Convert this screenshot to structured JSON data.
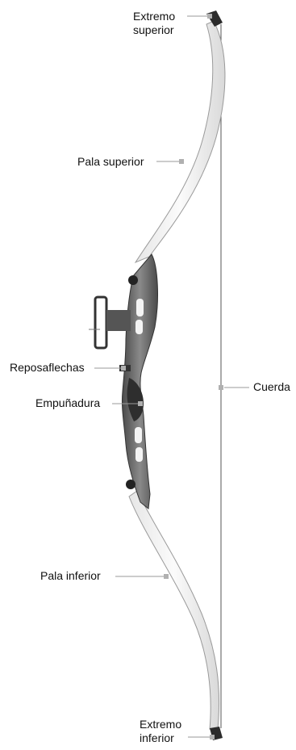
{
  "labels": {
    "tip_top_line1": "Extremo",
    "tip_top_line2": "superior",
    "upper_limb": "Pala superior",
    "arrow_rest": "Reposaflechas",
    "grip": "Empuñadura",
    "string": "Cuerda",
    "lower_limb": "Pala inferior",
    "tip_bottom_line1": "Extremo",
    "tip_bottom_line2": "inferior"
  },
  "colors": {
    "limb_fill": "#f2f2f2",
    "limb_edge": "#9a9a9a",
    "riser": "#6e6e6e",
    "riser_dark": "#3a3a3a",
    "string": "#555555",
    "leader": "#999999",
    "marker": "#b0b0b0"
  }
}
